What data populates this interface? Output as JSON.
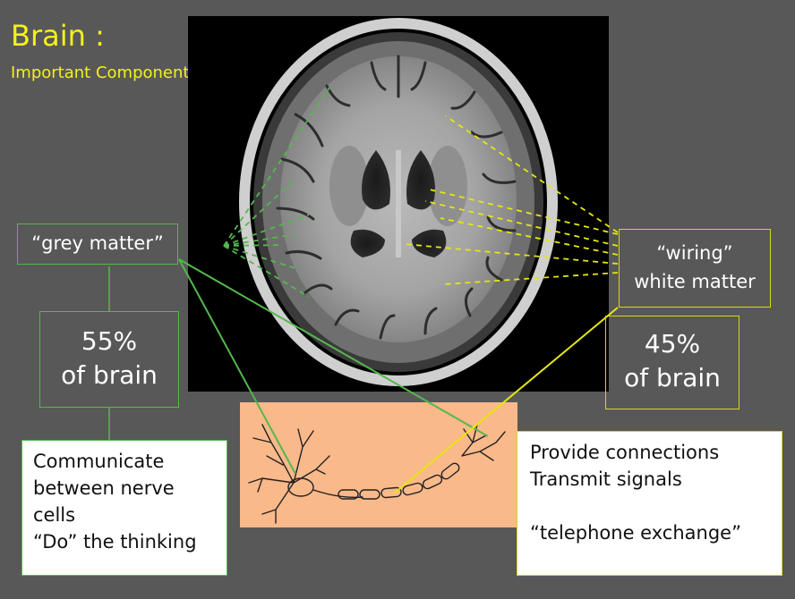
{
  "title": "Brain :",
  "subtitle": "Important Components",
  "grey_matter": {
    "label": "“grey matter”",
    "percent_line1": "55%",
    "percent_line2": "of brain",
    "description": [
      "Communicate",
      "between nerve",
      "cells",
      "“Do” the thinking"
    ]
  },
  "white_matter": {
    "label_line1": "“wiring”",
    "label_line2": "white matter",
    "percent_line1": "45%",
    "percent_line2": "of brain",
    "description": [
      "Provide connections",
      "Transmit signals"
    ],
    "nickname": "“telephone exchange”"
  },
  "colors": {
    "background": "#585858",
    "title": "#f2f21a",
    "grey_matter_accent": "#55b84d",
    "white_matter_accent": "#d8d80c",
    "neuron_panel": "#f9b98a"
  },
  "images": {
    "mri": "axial-brain-mri-image",
    "neuron": "neuron-diagram"
  }
}
